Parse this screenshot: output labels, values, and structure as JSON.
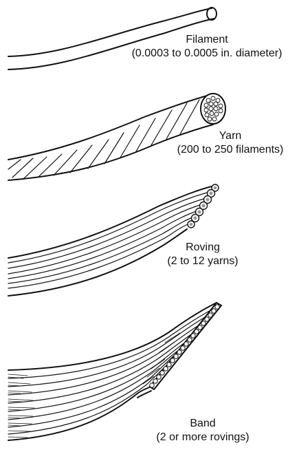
{
  "figure": {
    "filament": {
      "name": "Filament",
      "detail": "(0.0003 to 0.0005 in. diameter)"
    },
    "yarn": {
      "name": "Yarn",
      "detail": "(200 to 250 filaments)"
    },
    "roving": {
      "name": "Roving",
      "detail": "(2 to 12 yarns)"
    },
    "band": {
      "name": "Band",
      "detail": "(2 or more rovings)"
    }
  },
  "colors": {
    "ink": "#111111",
    "paper": "#ffffff",
    "fiber_shade": "#9a9a9a"
  }
}
